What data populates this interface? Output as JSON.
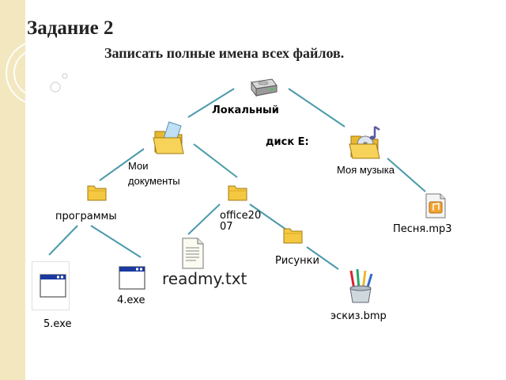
{
  "title": "Задание  2",
  "subtitle": "Записать полные имена всех файлов.",
  "nodes": {
    "drive_line1": "Локальный",
    "drive_line2": "диск Е:",
    "my_docs_line1": "Мои",
    "my_docs_line2": "документы",
    "my_music": "Моя музыка",
    "programs": "программы",
    "office": "office20\n07",
    "song": "Песня.mp3",
    "pictures": "Рисунки",
    "readme": "readmy.txt",
    "exe4": "4.exe",
    "exe5": "5.exe",
    "sketch": "эскиз.bmp"
  },
  "colors": {
    "connector": "#4a9aaa",
    "folder": "#f5c842",
    "strip": "#f3e7c0"
  },
  "icons": [
    "hard-drive-icon",
    "folder-documents-icon",
    "folder-music-icon",
    "folder-icon",
    "mp3-file-icon",
    "text-file-icon",
    "window-exe-icon",
    "paint-brushes-icon"
  ]
}
